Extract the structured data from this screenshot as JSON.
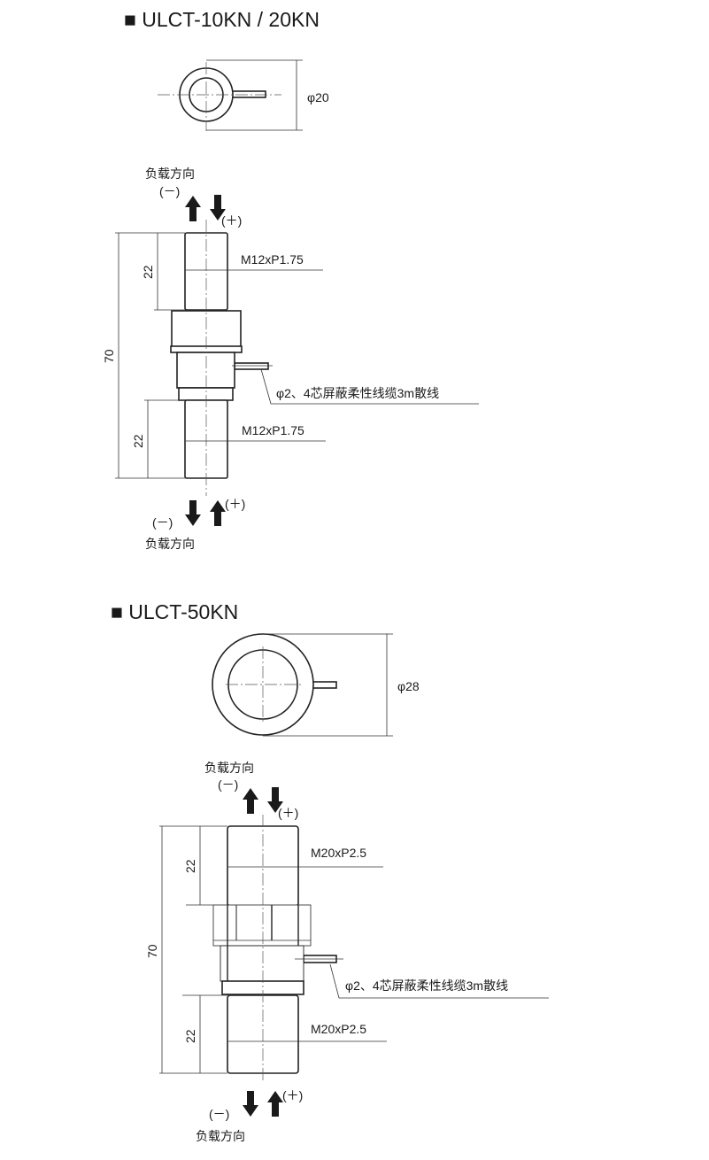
{
  "models": [
    {
      "title": "■ ULCT-10KN / 20KN",
      "diameter_label": "φ20",
      "load_direction": "负载方向",
      "minus": "(－)",
      "plus": "(＋)",
      "thread_top": "M12xP1.75",
      "thread_bottom": "M12xP1.75",
      "cable_note": "φ2、4芯屏蔽柔性线缆3m散线",
      "total_length": "70",
      "thread_length_top": "22",
      "thread_length_bottom": "22"
    },
    {
      "title": "■ ULCT-50KN",
      "diameter_label": "φ28",
      "load_direction": "负载方向",
      "minus": "(－)",
      "plus": "(＋)",
      "thread_top": "M20xP2.5",
      "thread_bottom": "M20xP2.5",
      "cable_note": "φ2、4芯屏蔽柔性线缆3m散线",
      "total_length": "70",
      "thread_length_top": "22",
      "thread_length_bottom": "22"
    }
  ]
}
